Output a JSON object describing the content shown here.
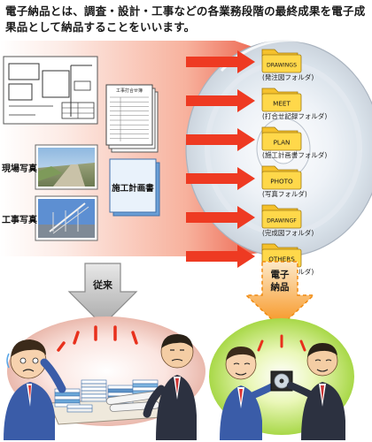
{
  "headline": "電子納品とは、調査・設計・工事などの各業務段階の最終成果を電子成果品として納品することをいいます。",
  "form_title": "工事打合せ簿",
  "photo_labels": [
    "現場写真",
    "工事写真"
  ],
  "plan_doc_label": "施工計画書",
  "folders": [
    {
      "name": "DRAWINGS",
      "caption": "(発注図フォルダ)"
    },
    {
      "name": "MEET",
      "caption": "(打合せ記録フォルダ)"
    },
    {
      "name": "PLAN",
      "caption": "(施工計画書フォルダ)"
    },
    {
      "name": "PHOTO",
      "caption": "(写真フォルダ)"
    },
    {
      "name": "DRAWINGF",
      "caption": "(完成図フォルダ)"
    },
    {
      "name": "OTHERS",
      "caption": "(その他フォルダ)"
    }
  ],
  "arrow_traditional": "従来",
  "arrow_electronic_lines": [
    "電子",
    "納品"
  ],
  "colors": {
    "gradient_start": "#fdeae4",
    "gradient_end": "#e8442a",
    "arrow_red": "#ee3a22",
    "folder_fill": "#ffd84a",
    "arrow_gray": "#b7b7b7",
    "arrow_orange": "#f7931e",
    "scene_red": "#f0c8c0",
    "scene_green": "#c8e878"
  }
}
